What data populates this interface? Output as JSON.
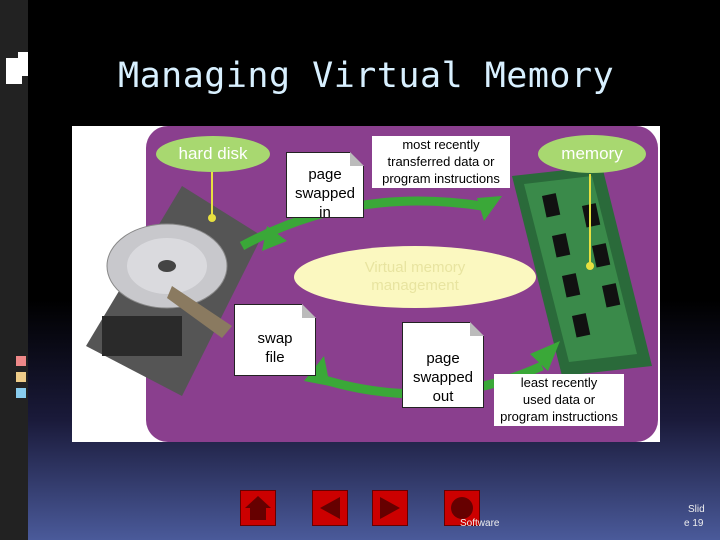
{
  "slide_title": "Managing Virtual Memory",
  "labels": {
    "hard_disk": "hard disk",
    "memory": "memory",
    "page_in_line1": "page",
    "page_in_line2": "swapped",
    "page_in_line3": "in",
    "recent_line1": "most recently",
    "recent_line2": "transferred data or",
    "recent_line3": "program instructions",
    "vmm_line1": "Virtual memory",
    "vmm_line2": "management",
    "swap_line1": "swap",
    "swap_line2": "file",
    "page_out_line1": "page",
    "page_out_line2": "swapped",
    "page_out_line3": "out",
    "least_line1": "least recently",
    "least_line2": "used data or",
    "least_line3": "program instructions"
  },
  "footer": {
    "software": "Software",
    "slide_word": "Slid",
    "slide_num": "e 19"
  },
  "colors": {
    "title": "#d8f0ff",
    "purple": "#8a3f8e",
    "oval_green": "#a8d870",
    "arrow_green": "#3aa838",
    "nav_red": "#cc0000"
  },
  "icons": [
    "home-icon",
    "back-arrow-icon",
    "forward-arrow-icon",
    "end-icon"
  ]
}
